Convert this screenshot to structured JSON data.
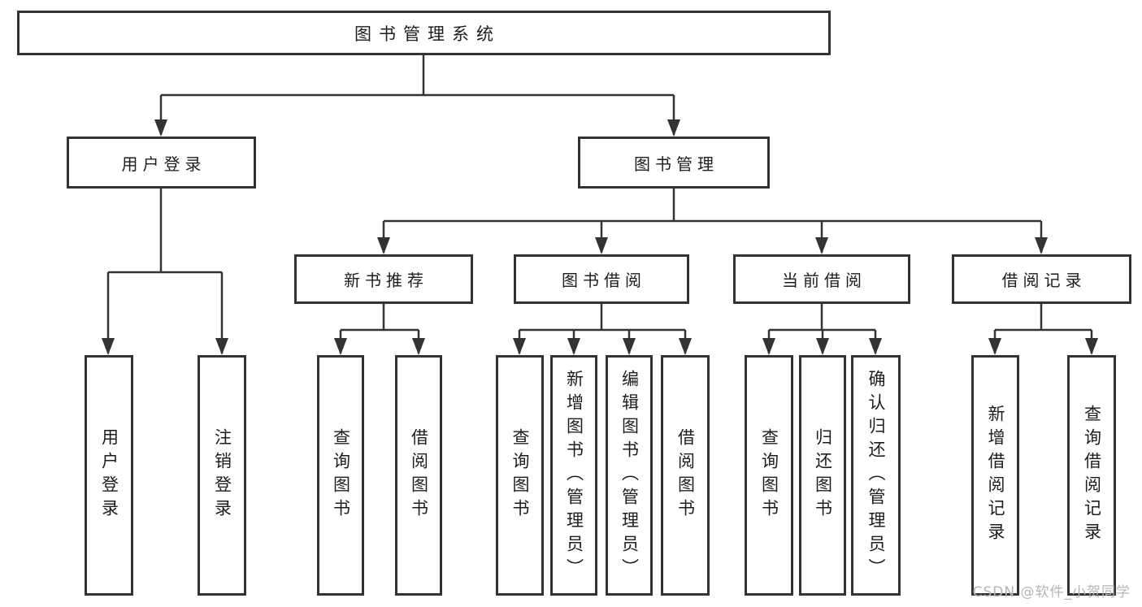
{
  "diagram": {
    "title_node": "图书管理系统",
    "level2": {
      "user_login_group": "用户登录",
      "book_management": "图书管理"
    },
    "level3": {
      "new_book_recommend": "新书推荐",
      "book_borrowing": "图书借阅",
      "current_borrowing": "当前借阅",
      "borrowing_records": "借阅记录"
    },
    "leaves": [
      "用户登录",
      "注销登录",
      "查询图书",
      "借阅图书",
      "查询图书",
      "新增图书（管理员）",
      "编辑图书（管理员）",
      "借阅图书",
      "查询图书",
      "归还图书",
      "确认归还（管理员）",
      "新增借阅记录",
      "查询借阅记录"
    ]
  },
  "watermark": "CSDN @软件_小贺同学",
  "colors": {
    "line": "#333333",
    "box_border": "#333333",
    "box_fill": "#ffffff",
    "text": "#1d1d1f",
    "watermark": "#b5b5b5"
  }
}
